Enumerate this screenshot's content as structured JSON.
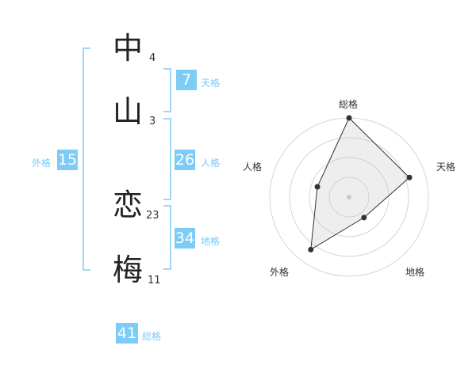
{
  "name": {
    "characters": [
      {
        "char": "中",
        "strokes": "4"
      },
      {
        "char": "山",
        "strokes": "3"
      },
      {
        "char": "恋",
        "strokes": "23"
      },
      {
        "char": "梅",
        "strokes": "11"
      }
    ]
  },
  "fortune": {
    "tenkaku": {
      "value": "7",
      "label": "天格"
    },
    "jinkaku": {
      "value": "26",
      "label": "人格"
    },
    "chikaku": {
      "value": "34",
      "label": "地格"
    },
    "gaikaku": {
      "value": "15",
      "label": "外格"
    },
    "soukaku": {
      "value": "41",
      "label": "総格"
    }
  },
  "radar": {
    "axes": [
      "総格",
      "天格",
      "地格",
      "外格",
      "人格"
    ],
    "values": [
      1.0,
      0.8,
      0.32,
      0.82,
      0.42
    ],
    "accent": "#7dcbf7"
  }
}
